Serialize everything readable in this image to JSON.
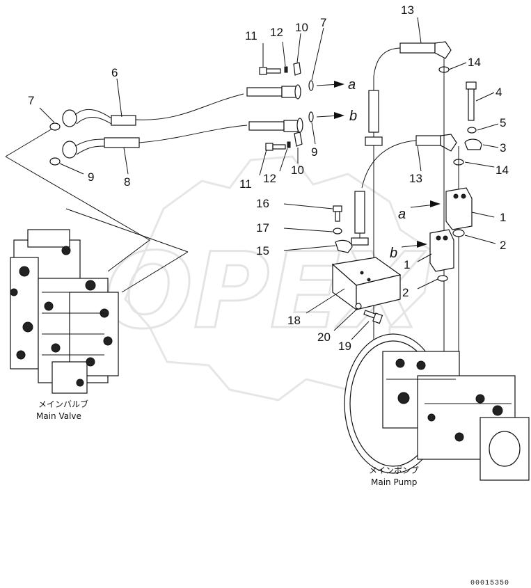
{
  "callouts": [
    {
      "id": "c-11-top",
      "text": "11"
    },
    {
      "id": "c-12-top",
      "text": "12"
    },
    {
      "id": "c-10-top",
      "text": "10"
    },
    {
      "id": "c-7-top",
      "text": "7"
    },
    {
      "id": "c-13-top",
      "text": "13"
    },
    {
      "id": "c-14-top",
      "text": "14"
    },
    {
      "id": "c-6",
      "text": "6"
    },
    {
      "id": "c-7-left",
      "text": "7"
    },
    {
      "id": "c-4",
      "text": "4"
    },
    {
      "id": "c-5",
      "text": "5"
    },
    {
      "id": "c-3",
      "text": "3"
    },
    {
      "id": "c-14-mid",
      "text": "14"
    },
    {
      "id": "c-9-left",
      "text": "9"
    },
    {
      "id": "c-8",
      "text": "8"
    },
    {
      "id": "c-9-mid",
      "text": "9"
    },
    {
      "id": "c-11-mid",
      "text": "11"
    },
    {
      "id": "c-12-mid",
      "text": "12"
    },
    {
      "id": "c-10-mid",
      "text": "10"
    },
    {
      "id": "c-13-mid",
      "text": "13"
    },
    {
      "id": "c-16",
      "text": "16"
    },
    {
      "id": "c-17",
      "text": "17"
    },
    {
      "id": "c-15",
      "text": "15"
    },
    {
      "id": "c-1-right",
      "text": "1"
    },
    {
      "id": "c-2-right",
      "text": "2"
    },
    {
      "id": "c-1-mid",
      "text": "1"
    },
    {
      "id": "c-2-mid",
      "text": "2"
    },
    {
      "id": "c-18",
      "text": "18"
    },
    {
      "id": "c-20",
      "text": "20"
    },
    {
      "id": "c-19",
      "text": "19"
    }
  ],
  "port_letters": {
    "a_hose": "a",
    "b_hose": "b",
    "a_block": "a",
    "b_block": "b"
  },
  "captions": {
    "main_valve_jp": "メインバルブ",
    "main_valve_en": "Main Valve",
    "main_pump_jp": "メインポンプ",
    "main_pump_en": "Main Pump"
  },
  "drawing_code": "00015350",
  "watermark": "OPEX"
}
